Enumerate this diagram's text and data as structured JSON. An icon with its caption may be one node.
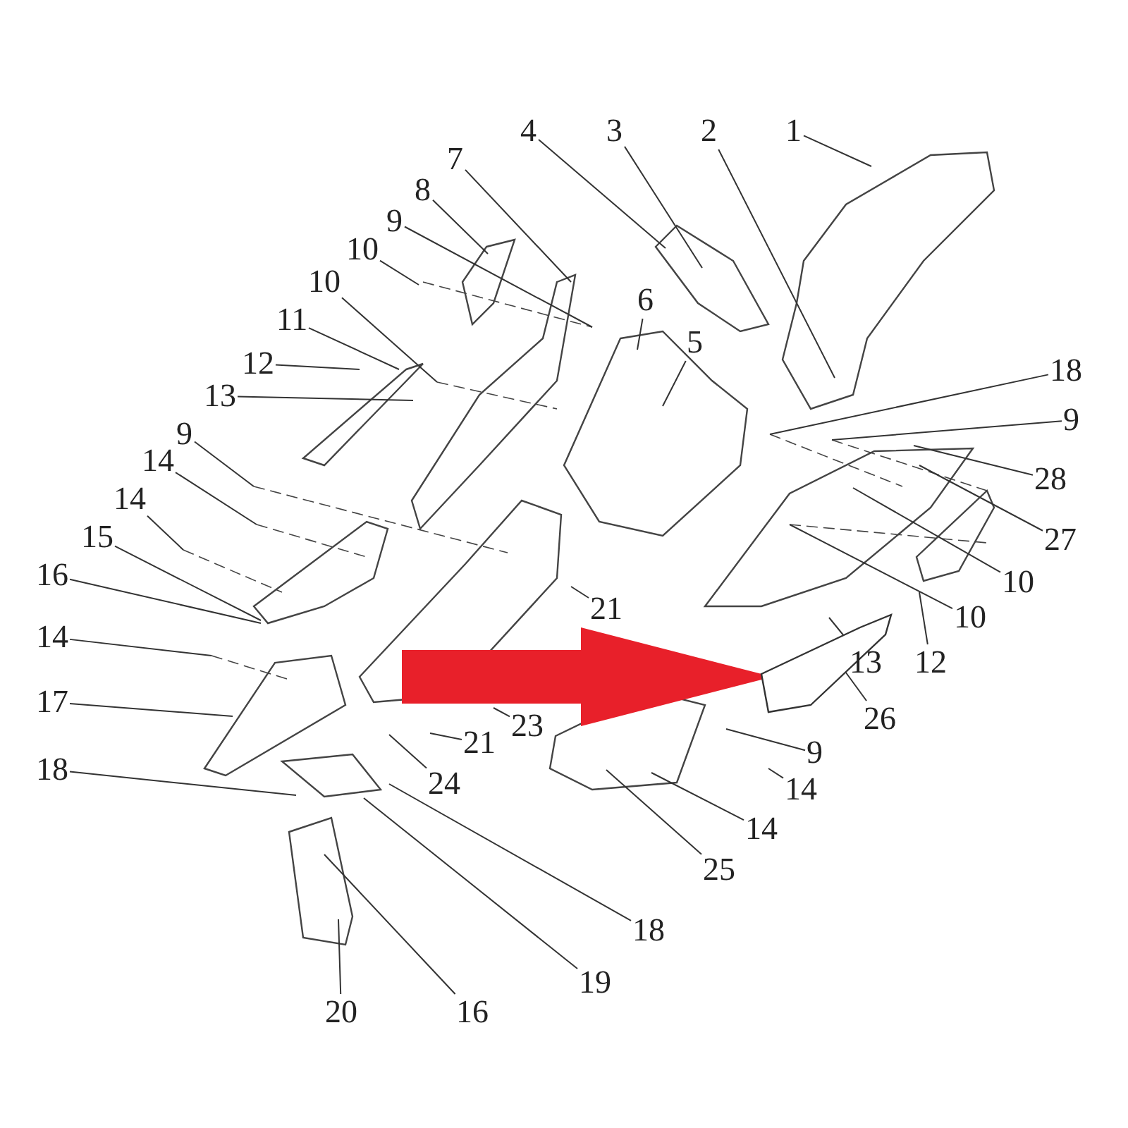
{
  "diagram": {
    "nodes": [
      {
        "text": [
          "1"
        ]
      },
      {
        "text": [
          "2"
        ]
      },
      {
        "text": [
          "3"
        ]
      },
      {
        "text": [
          "4"
        ]
      },
      {
        "text": [
          "5"
        ]
      },
      {
        "text": [
          "6"
        ]
      },
      {
        "text": [
          "7"
        ]
      },
      {
        "text": [
          "8"
        ]
      },
      {
        "text": [
          "9"
        ]
      },
      {
        "text": [
          "10"
        ]
      },
      {
        "text": [
          "10"
        ]
      },
      {
        "text": [
          "11"
        ]
      },
      {
        "text": [
          "12"
        ]
      },
      {
        "text": [
          "13"
        ]
      },
      {
        "text": [
          "9"
        ]
      },
      {
        "text": [
          "14"
        ]
      },
      {
        "text": [
          "14"
        ]
      },
      {
        "text": [
          "15"
        ]
      },
      {
        "text": [
          "16"
        ]
      },
      {
        "text": [
          "14"
        ]
      },
      {
        "text": [
          "17"
        ]
      },
      {
        "text": [
          "18"
        ]
      },
      {
        "text": [
          "18"
        ]
      },
      {
        "text": [
          "9"
        ]
      },
      {
        "text": [
          "28"
        ]
      },
      {
        "text": [
          "27"
        ]
      },
      {
        "text": [
          "10"
        ]
      },
      {
        "text": [
          "10"
        ]
      },
      {
        "text": [
          "13"
        ]
      },
      {
        "text": [
          "12"
        ]
      },
      {
        "text": [
          "26"
        ]
      },
      {
        "text": [
          "9"
        ]
      },
      {
        "text": [
          "14"
        ]
      },
      {
        "text": [
          "14"
        ]
      },
      {
        "text": [
          "25"
        ]
      },
      {
        "text": [
          "21"
        ]
      },
      {
        "text": [
          "23"
        ]
      },
      {
        "text": [
          "21"
        ]
      },
      {
        "text": [
          "24"
        ]
      },
      {
        "text": [
          "18"
        ]
      },
      {
        "text": [
          "19"
        ]
      },
      {
        "text": [
          "16"
        ]
      },
      {
        "text": [
          "20"
        ]
      },
      {
        "text": [],
        "shape": "picture"
      }
    ],
    "edges": [
      {
        "from": 0,
        "to": null,
        "arrow": "none"
      },
      {
        "from": 1,
        "to": null,
        "arrow": "none"
      },
      {
        "from": 2,
        "to": null,
        "arrow": "none"
      },
      {
        "from": 3,
        "to": null,
        "arrow": "none"
      },
      {
        "from": 4,
        "to": null,
        "arrow": "none"
      },
      {
        "from": 5,
        "to": null,
        "arrow": "none"
      },
      {
        "from": 6,
        "to": null,
        "arrow": "none"
      },
      {
        "from": 7,
        "to": null,
        "arrow": "none"
      },
      {
        "from": 8,
        "to": null,
        "arrow": "none"
      },
      {
        "from": 9,
        "to": null,
        "arrow": "none"
      },
      {
        "from": 10,
        "to": null,
        "arrow": "none"
      },
      {
        "from": 11,
        "to": null,
        "arrow": "none"
      },
      {
        "from": 12,
        "to": null,
        "arrow": "none"
      },
      {
        "from": 13,
        "to": null,
        "arrow": "none"
      },
      {
        "from": 14,
        "to": null,
        "arrow": "none"
      },
      {
        "from": 15,
        "to": null,
        "arrow": "none"
      },
      {
        "from": 16,
        "to": null,
        "arrow": "none"
      },
      {
        "from": 17,
        "to": null,
        "arrow": "none"
      },
      {
        "from": 18,
        "to": null,
        "arrow": "none"
      },
      {
        "from": 19,
        "to": null,
        "arrow": "none"
      },
      {
        "from": 20,
        "to": null,
        "arrow": "none"
      },
      {
        "from": 21,
        "to": null,
        "arrow": "none"
      },
      {
        "from": 22,
        "to": null,
        "arrow": "none"
      },
      {
        "from": 23,
        "to": null,
        "arrow": "none"
      },
      {
        "from": 24,
        "to": null,
        "arrow": "none"
      },
      {
        "from": 25,
        "to": null,
        "arrow": "none"
      },
      {
        "from": 26,
        "to": null,
        "arrow": "none"
      },
      {
        "from": 27,
        "to": null,
        "arrow": "none"
      },
      {
        "from": 28,
        "to": null,
        "arrow": "none"
      },
      {
        "from": 29,
        "to": null,
        "arrow": "none"
      },
      {
        "from": 30,
        "to": 43,
        "arrow": "none"
      },
      {
        "from": 31,
        "to": null,
        "arrow": "none"
      },
      {
        "from": 32,
        "to": null,
        "arrow": "none"
      },
      {
        "from": 33,
        "to": null,
        "arrow": "none"
      },
      {
        "from": 34,
        "to": null,
        "arrow": "none"
      },
      {
        "from": 35,
        "to": null,
        "arrow": "none"
      },
      {
        "from": 36,
        "to": null,
        "arrow": "none"
      },
      {
        "from": 37,
        "to": null,
        "arrow": "none"
      },
      {
        "from": 38,
        "to": null,
        "arrow": "none"
      },
      {
        "from": 39,
        "to": null,
        "arrow": "none"
      },
      {
        "from": 40,
        "to": null,
        "arrow": "none"
      },
      {
        "from": 41,
        "to": null,
        "arrow": "none"
      },
      {
        "from": 42,
        "to": null,
        "arrow": "none"
      },
      {
        "from": null,
        "to": 43,
        "arrow": "to",
        "style": "thick",
        "color": "#e8202a"
      }
    ]
  }
}
